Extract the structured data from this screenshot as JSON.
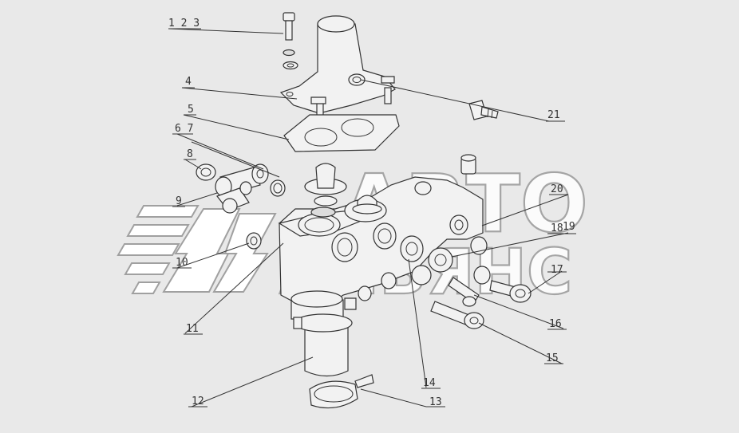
{
  "watermark": {
    "line1": "АВТО",
    "line2": "АЛЬЯНС",
    "colors": {
      "fill": "#ffffff",
      "stroke": "#9a9a9a"
    }
  },
  "diagram": {
    "background": "#e9e9e9",
    "line_color": "#333333",
    "callouts": [
      "1 2 3",
      "4",
      "5",
      "6 7",
      "8",
      "9",
      "10",
      "11",
      "12",
      "13",
      "14",
      "15",
      "16",
      "17",
      "18",
      "19",
      "20",
      "21"
    ]
  }
}
